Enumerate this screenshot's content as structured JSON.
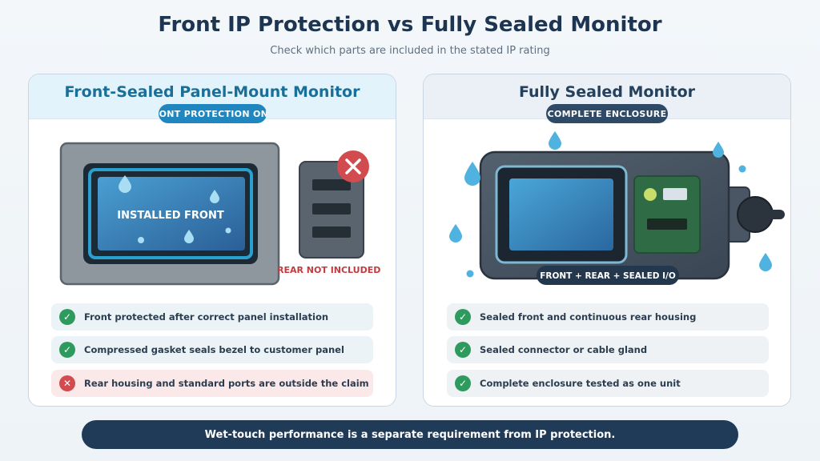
{
  "header": {
    "title": "Front IP Protection vs Fully Sealed Monitor",
    "subtitle": "Check which parts are included in the stated IP rating"
  },
  "left_panel": {
    "title": "Front-Sealed Panel-Mount Monitor",
    "badge": "FRONT PROTECTION ONLY",
    "screen_label": "INSTALLED FRONT",
    "rear_label": "REAR NOT INCLUDED",
    "items": [
      {
        "text": "Front protected after correct panel installation",
        "status": "check"
      },
      {
        "text": "Compressed gasket seals bezel to customer panel",
        "status": "check"
      },
      {
        "text": "Rear housing and standard ports are outside the claim",
        "status": "cross"
      }
    ]
  },
  "right_panel": {
    "title": "Fully Sealed Monitor",
    "badge": "COMPLETE ENCLOSURE",
    "device_label": "FRONT + REAR + SEALED I/O",
    "items": [
      {
        "text": "Sealed front and continuous rear housing",
        "status": "check"
      },
      {
        "text": "Sealed connector or cable gland",
        "status": "check"
      },
      {
        "text": "Complete enclosure tested as one unit",
        "status": "check"
      }
    ]
  },
  "footer": {
    "note": "Wet-touch performance is a separate requirement from IP protection."
  },
  "colors": {
    "accent_left": "#1f86bf",
    "accent_right": "#2e4a66",
    "check": "#2f9a5e",
    "cross": "#d24b4f"
  },
  "icons": {
    "check": "check-icon",
    "cross": "cross-icon",
    "drop": "water-drop-icon"
  }
}
